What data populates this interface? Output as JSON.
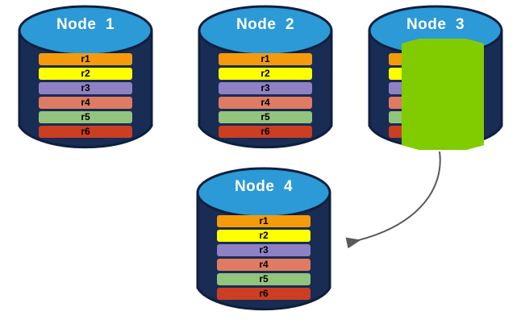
{
  "diagram": {
    "title": "Node replication / failover diagram",
    "background_color": "#ffffff",
    "cylinder_body_color": "#182C54",
    "cylinder_top_color": "#2B9AD6",
    "cylinder_edge_color": "#0E1F3E",
    "failure_mark_color": "#81CC00",
    "arrow_color": "#595959"
  },
  "records": [
    {
      "label": "r1",
      "color": "#F59B0B"
    },
    {
      "label": "r2",
      "color": "#FFFF00"
    },
    {
      "label": "r3",
      "color": "#8E81C4"
    },
    {
      "label": "r4",
      "color": "#E07B63"
    },
    {
      "label": "r5",
      "color": "#92C47D"
    },
    {
      "label": "r6",
      "color": "#CC3E22"
    }
  ],
  "nodes": [
    {
      "id": "node-1",
      "title": "Node  1",
      "failed": false
    },
    {
      "id": "node-2",
      "title": "Node  2",
      "failed": false
    },
    {
      "id": "node-3",
      "title": "Node  3",
      "failed": true
    },
    {
      "id": "node-4",
      "title": "Node  4",
      "failed": false
    }
  ],
  "annotations": {
    "failure_mark": "x-cross-mark",
    "arrow": "curved-arrow-node3-to-node4"
  }
}
